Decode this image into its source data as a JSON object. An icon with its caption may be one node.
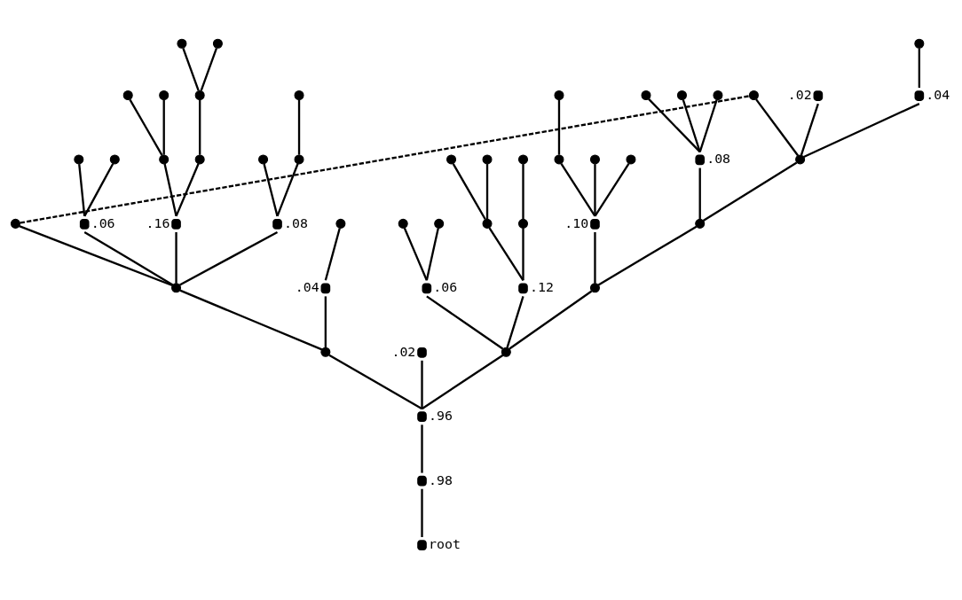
{
  "diagram": {
    "nodes": [
      {
        "text": [],
        "shape": "circle"
      },
      {
        "text": [],
        "shape": "circle"
      },
      {
        "text": [],
        "shape": "circle",
        "beside": [
          ".06"
        ]
      },
      {
        "text": [],
        "shape": "circle"
      },
      {
        "text": [],
        "shape": "circle"
      },
      {
        "text": [],
        "shape": "circle",
        "beside": [
          ".16"
        ]
      },
      {
        "text": [],
        "shape": "circle"
      },
      {
        "text": [],
        "shape": "circle"
      },
      {
        "text": [],
        "shape": "circle"
      },
      {
        "text": [],
        "shape": "circle"
      },
      {
        "text": [],
        "shape": "circle"
      },
      {
        "text": [],
        "shape": "circle"
      },
      {
        "text": [],
        "shape": "circle"
      },
      {
        "text": [],
        "shape": "circle",
        "beside": [
          ".08"
        ]
      },
      {
        "text": [],
        "shape": "circle"
      },
      {
        "text": [],
        "shape": "circle"
      },
      {
        "text": [],
        "shape": "circle"
      },
      {
        "text": [],
        "shape": "circle"
      },
      {
        "text": [],
        "shape": "circle",
        "beside": [
          ".04"
        ]
      },
      {
        "text": [],
        "shape": "circle"
      },
      {
        "text": [],
        "shape": "circle",
        "beside": [
          ".96"
        ]
      },
      {
        "text": [],
        "shape": "circle",
        "beside": [
          ".02"
        ]
      },
      {
        "text": [],
        "shape": "circle",
        "beside": [
          ".98"
        ]
      },
      {
        "text": [],
        "shape": "circle",
        "beside": [
          "root"
        ]
      },
      {
        "text": [],
        "shape": "circle"
      },
      {
        "text": [],
        "shape": "circle",
        "beside": [
          ".06"
        ]
      },
      {
        "text": [],
        "shape": "circle"
      },
      {
        "text": [],
        "shape": "circle"
      },
      {
        "text": [],
        "shape": "circle",
        "beside": [
          ".12"
        ]
      },
      {
        "text": [],
        "shape": "circle"
      },
      {
        "text": [],
        "shape": "circle"
      },
      {
        "text": [],
        "shape": "circle"
      },
      {
        "text": [],
        "shape": "circle"
      },
      {
        "text": [],
        "shape": "circle"
      },
      {
        "text": [],
        "shape": "circle"
      },
      {
        "text": [],
        "shape": "circle",
        "beside": [
          ".10"
        ]
      },
      {
        "text": [],
        "shape": "circle"
      },
      {
        "text": [],
        "shape": "circle"
      },
      {
        "text": [],
        "shape": "circle"
      },
      {
        "text": [],
        "shape": "circle"
      },
      {
        "text": [],
        "shape": "circle"
      },
      {
        "text": [],
        "shape": "circle",
        "beside": [
          ".08"
        ]
      },
      {
        "text": [],
        "shape": "circle"
      },
      {
        "text": [],
        "shape": "circle"
      },
      {
        "text": [],
        "shape": "circle"
      },
      {
        "text": [],
        "shape": "circle"
      },
      {
        "text": [],
        "shape": "circle",
        "beside": [
          ".02"
        ]
      },
      {
        "text": [],
        "shape": "circle",
        "beside": [
          ".04"
        ]
      },
      {
        "text": [],
        "shape": "circle"
      },
      {
        "text": [],
        "shape": "circle"
      }
    ],
    "edges": [
      {
        "from": 1,
        "to": 0,
        "arrow": "none"
      },
      {
        "from": 1,
        "to": 2,
        "arrow": "none"
      },
      {
        "from": 2,
        "to": 3,
        "arrow": "none"
      },
      {
        "from": 2,
        "to": 4,
        "arrow": "none"
      },
      {
        "from": 1,
        "to": 5,
        "arrow": "none"
      },
      {
        "from": 5,
        "to": 6,
        "arrow": "none"
      },
      {
        "from": 6,
        "to": 7,
        "arrow": "none"
      },
      {
        "from": 6,
        "to": 8,
        "arrow": "none"
      },
      {
        "from": 5,
        "to": 9,
        "arrow": "none"
      },
      {
        "from": 9,
        "to": 10,
        "arrow": "none"
      },
      {
        "from": 10,
        "to": 11,
        "arrow": "none"
      },
      {
        "from": 10,
        "to": 12,
        "arrow": "none"
      },
      {
        "from": 1,
        "to": 13,
        "arrow": "none"
      },
      {
        "from": 13,
        "to": 14,
        "arrow": "none"
      },
      {
        "from": 13,
        "to": 15,
        "arrow": "none"
      },
      {
        "from": 15,
        "to": 16,
        "arrow": "none"
      },
      {
        "from": 1,
        "to": 17,
        "arrow": "none"
      },
      {
        "from": 17,
        "to": 18,
        "arrow": "none"
      },
      {
        "from": 18,
        "to": 19,
        "arrow": "none"
      },
      {
        "from": 17,
        "to": 20,
        "arrow": "none"
      },
      {
        "from": 20,
        "to": 21,
        "arrow": "none"
      },
      {
        "from": 20,
        "to": 22,
        "arrow": "none"
      },
      {
        "from": 22,
        "to": 23,
        "arrow": "none"
      },
      {
        "from": 20,
        "to": 24,
        "arrow": "none"
      },
      {
        "from": 24,
        "to": 25,
        "arrow": "none"
      },
      {
        "from": 25,
        "to": 26,
        "arrow": "none"
      },
      {
        "from": 25,
        "to": 27,
        "arrow": "none"
      },
      {
        "from": 24,
        "to": 28,
        "arrow": "none"
      },
      {
        "from": 28,
        "to": 29,
        "arrow": "none"
      },
      {
        "from": 29,
        "to": 30,
        "arrow": "none"
      },
      {
        "from": 29,
        "to": 31,
        "arrow": "none"
      },
      {
        "from": 28,
        "to": 32,
        "arrow": "none"
      },
      {
        "from": 32,
        "to": 33,
        "arrow": "none"
      },
      {
        "from": 24,
        "to": 34,
        "arrow": "none"
      },
      {
        "from": 34,
        "to": 35,
        "arrow": "none"
      },
      {
        "from": 35,
        "to": 36,
        "arrow": "none"
      },
      {
        "from": 36,
        "to": 37,
        "arrow": "none"
      },
      {
        "from": 35,
        "to": 38,
        "arrow": "none"
      },
      {
        "from": 35,
        "to": 39,
        "arrow": "none"
      },
      {
        "from": 34,
        "to": 40,
        "arrow": "none"
      },
      {
        "from": 40,
        "to": 41,
        "arrow": "none"
      },
      {
        "from": 41,
        "to": 42,
        "arrow": "none"
      },
      {
        "from": 41,
        "to": 43,
        "arrow": "none"
      },
      {
        "from": 41,
        "to": 44,
        "arrow": "none"
      },
      {
        "from": 40,
        "to": 45,
        "arrow": "none"
      },
      {
        "from": 45,
        "to": 46,
        "arrow": "none"
      },
      {
        "from": 45,
        "to": 47,
        "arrow": "none"
      },
      {
        "from": 47,
        "to": 48,
        "arrow": "none"
      },
      {
        "from": 45,
        "to": 49,
        "arrow": "none"
      },
      {
        "from": 0,
        "to": 49,
        "arrow": "none",
        "style": "dashed"
      }
    ]
  }
}
